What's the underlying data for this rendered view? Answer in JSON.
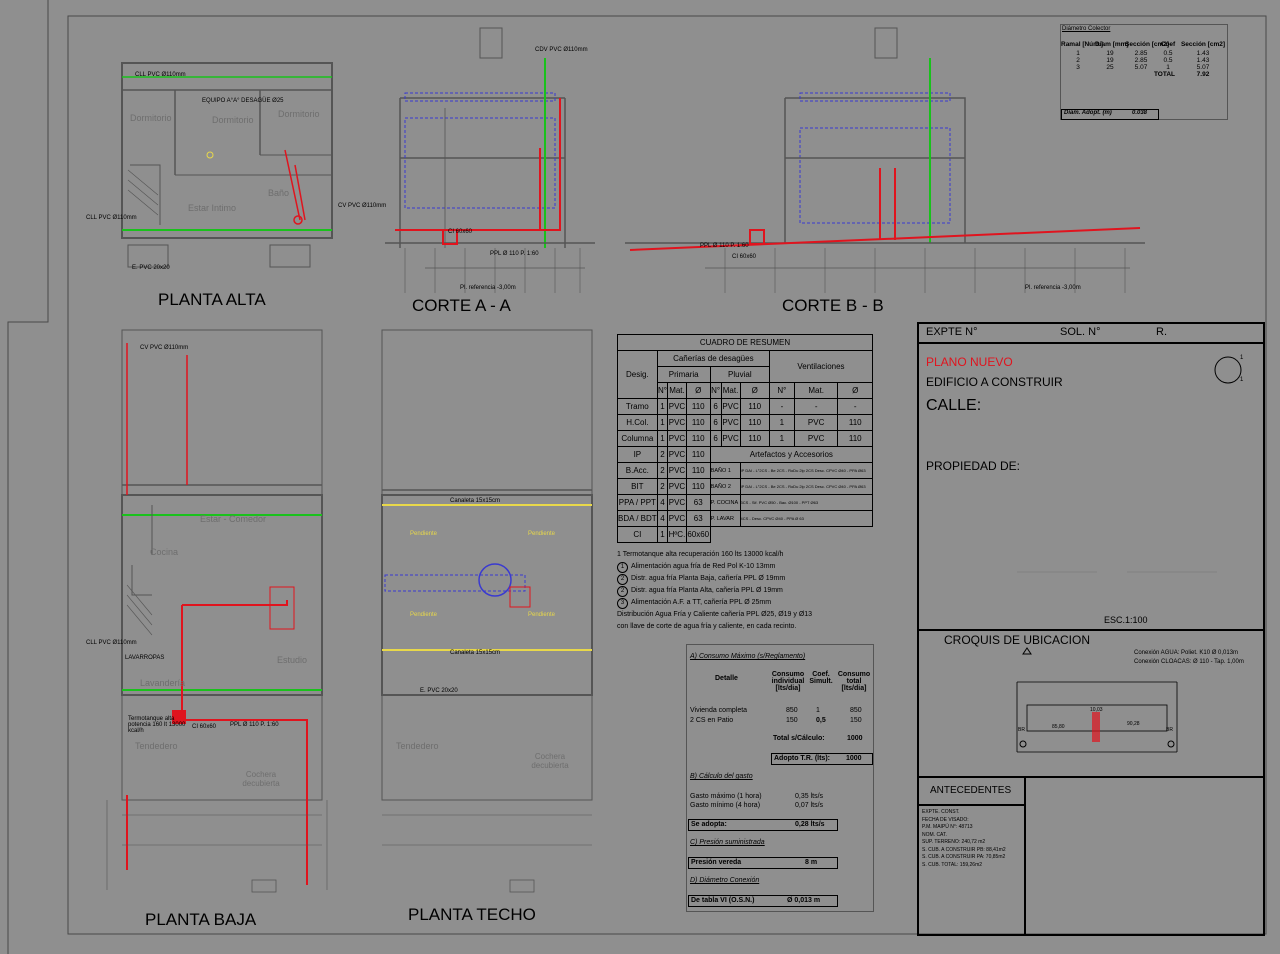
{
  "sheet": {
    "view_titles": {
      "planta_alta": "PLANTA ALTA",
      "corte_a": "CORTE A - A",
      "corte_b": "CORTE B - B",
      "planta_baja": "PLANTA BAJA",
      "planta_techo": "PLANTA TECHO"
    },
    "rooms": {
      "dormitorio1": "Dormitorio",
      "dormitorio2": "Dormitorio",
      "dormitorio3": "Dormitorio",
      "bano": "Baño",
      "estar_intimo": "Estar Intimo",
      "estar_comedor": "Estar - Comedor",
      "cocina": "Cocina",
      "estudio": "Estudio",
      "lavanderia": "Lavandería",
      "tendedero1": "Tendedero",
      "tendedero2": "Tendedero",
      "cochera1": "Cochera decubierta",
      "cochera2": "Cochera decubierta"
    },
    "labels": {
      "cll_pvc": "CLL PVC Ø110mm",
      "cv_pvc": "CV PVC Ø110mm",
      "e_pvc": "E. PVC 20x20",
      "pendiente": "Pendiente",
      "pl_referencia": "Pl. referencia -3,00m",
      "ci": "CI 60x60",
      "ppl_110": "PPL Ø 110 P. 1:60",
      "termotanque": "Termotanque alta potencia 160 lt 13000 kcal/h",
      "canaleta": "Canaleta 15x15cm",
      "lavarropas": "LAVARROPAS",
      "cdv_pvc": "CDV PVC Ø110mm",
      "equipo": "EQUIPO A°A° DESAGÜE Ø25"
    }
  },
  "diametro_colector": {
    "title": "Diámetro Colector",
    "headers": [
      "Ramal [Núm.]",
      "Diam [mm]",
      "Sección [cm2]",
      "Coef",
      "Sección [cm2]"
    ],
    "rows": [
      [
        "1",
        "19",
        "2.85",
        "0.5",
        "1.43"
      ],
      [
        "2",
        "19",
        "2.85",
        "0.5",
        "1.43"
      ],
      [
        "3",
        "25",
        "5.07",
        "1",
        "5.07"
      ]
    ],
    "total_label": "TOTAL",
    "total_value": "7.92",
    "adopt_label": "Diam. Adopt. (m)",
    "adopt_value": "0.038"
  },
  "cuadro": {
    "title": "CUADRO DE RESUMEN",
    "h_canerias": "Cañerías de desagües",
    "h_primaria": "Primaria",
    "h_pluvial": "Pluvial",
    "h_ventilaciones": "Ventilaciones",
    "h_desig": "Desig.",
    "h_n": "N°",
    "h_mat": "Mat.",
    "h_diam": "Ø",
    "rows": [
      [
        "Tramo",
        "1",
        "PVC",
        "110",
        "6",
        "PVC",
        "110",
        "-",
        "-",
        "-"
      ],
      [
        "H.Col.",
        "1",
        "PVC",
        "110",
        "6",
        "PVC",
        "110",
        "1",
        "PVC",
        "110"
      ],
      [
        "Columna",
        "1",
        "PVC",
        "110",
        "6",
        "PVC",
        "110",
        "1",
        "PVC",
        "110"
      ]
    ],
    "rows2": [
      [
        "IP",
        "2",
        "PVC",
        "110"
      ],
      [
        "B.Acc.",
        "2",
        "PVC",
        "110"
      ],
      [
        "BIT",
        "2",
        "PVC",
        "110"
      ],
      [
        "PPA / PPT",
        "4",
        "PVC",
        "63"
      ],
      [
        "BDA / BDT",
        "4",
        "PVC",
        "63"
      ],
      [
        "CI",
        "1",
        "HºC.",
        "60x60"
      ]
    ],
    "artefactos_title": "Artefactos y Accesorios",
    "artefactos": [
      [
        "BAÑO 1",
        "IP DAI - L°2CS - Be 2CS - RoDu 2lp 2CS Desc. CPVC Ø40 - PPA Ø63"
      ],
      [
        "BAÑO 2",
        "IP DAI - L°2CS - Be 2CS - RoDu 2lp 2CS Desc. CPVC Ø40 - PPA Ø63"
      ],
      [
        "P. COCINA",
        "3CS - Sif. PVC Ø50 - Bac. Ø100 - PPT Ø63"
      ],
      [
        "P. LAVAR",
        "4CS - Desc. CPVC Ø40 - PPA Ø 63"
      ]
    ],
    "notes": [
      "1 Termotanque alta recuperación 160 lts 13000 kcal/h",
      "Alimentación agua fría de Red Pol K-10 13mm",
      "Distr. agua fría Planta Baja, cañería PPL Ø 19mm",
      "Distr. agua fría Planta Alta, cañería PPL Ø 19mm",
      "Alimentación A.F. a TT, cañería PPL Ø 25mm",
      "Distribución Agua Fría y Caliente cañería PPL Ø25, Ø19 y Ø13",
      "con llave de corte de agua fría y caliente, en cada recinto."
    ],
    "note_nums": [
      "1",
      "2",
      "2",
      "3"
    ]
  },
  "consumo": {
    "title_a": "A) Consumo Máximo (s/Reglamento)",
    "h_detalle": "Detalle",
    "h_consumo_ind": "Consumo individual [lts/dia]",
    "h_coef": "Coef. Simult.",
    "h_consumo_tot": "Consumo total [lts/dia]",
    "rows": [
      [
        "Vivienda completa",
        "850",
        "1",
        "850"
      ],
      [
        "2 CS en Patio",
        "150",
        "0,5",
        "150"
      ]
    ],
    "total_calc_label": "Total s/Cálculo:",
    "total_calc": "1000",
    "adopto_label": "Adopto T.R. (lts):",
    "adopto": "1000",
    "title_b": "B) Cálculo del gasto",
    "gasto_max_label": "Gasto máximo (1 hora)",
    "gasto_max": "0,35 lts/s",
    "gasto_min_label": "Gasto mínimo (4 hora)",
    "gasto_min": "0,07 lts/s",
    "se_adopta_label": "Se adopta:",
    "se_adopta": "0,28 lts/s",
    "title_c": "C) Presión suministrada",
    "presion_label": "Presión vereda",
    "presion": "8 m",
    "title_d": "D) Diámetro Conexión",
    "tabla_label": "De tabla VI (O.S.N.)",
    "tabla_value": "Ø 0,013 m"
  },
  "title_block": {
    "expte": "EXPTE N°",
    "sol": "SOL. N°",
    "r": "R.",
    "plano_nuevo": "PLANO NUEVO",
    "edificio": "EDIFICIO A CONSTRUIR",
    "calle": "CALLE:",
    "propiedad": "PROPIEDAD DE:",
    "circle_top": "1",
    "circle_bot": "1",
    "esc": "ESC.1:100",
    "croquis": "CROQUIS DE UBICACION",
    "conexion_agua": "Conexión AGUA: Poliet. K10 Ø 0,013m",
    "conexion_cloacas": "Conexión CLOACAS: Ø 110 - Tap. 1,00m",
    "dim1": "10,03",
    "dim2": "85,80",
    "dim3": "90,28",
    "br": "BR",
    "antecedentes": "ANTECEDENTES",
    "ant_lines": [
      "EXPTE. CONST.",
      "FECHA DE VISADO:",
      "P.M. MAIPÚ N°: 48713",
      "NOM. CAT.",
      "SUP. TERRENO: 240,72 m2",
      "S. CUB. A CONSTRUIR PB: 88,41m2",
      "S. CUB. A CONSTRUIR PA: 70,85m2",
      "S. CUB. TOTAL: 159,26m2"
    ]
  },
  "colors": {
    "background": "#8f8f8f",
    "line": "#555555",
    "red_pipe": "#e0141e",
    "green_pipe": "#19c21b",
    "blue_pipe": "#3a3ad0",
    "yellow_note": "#e8d84a",
    "plano_nuevo_red": "#e0141e"
  }
}
